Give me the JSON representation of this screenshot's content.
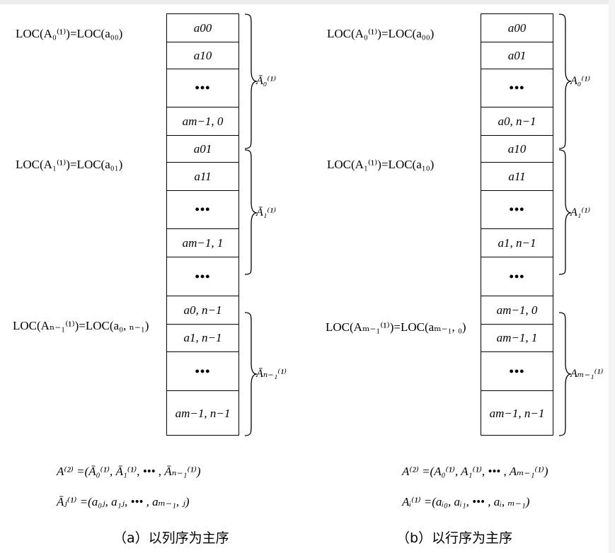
{
  "left": {
    "cells": [
      "a00",
      "a10",
      "•••",
      "am−1, 0",
      "a01",
      "a11",
      "•••",
      "am−1, 1",
      "•••",
      "a0, n−1",
      "a1, n−1",
      "•••",
      "am−1, n−1"
    ],
    "locs": [
      "LOC(A₀⁽¹⁾)=LOC(a₀₀)",
      "LOC(A₁⁽¹⁾)=LOC(a₀₁)",
      "LOC(Aₙ₋₁⁽¹⁾)=LOC(a₀, ₙ₋₁)"
    ],
    "brace_labels": [
      "Ā₀⁽¹⁾",
      "Ā₁⁽¹⁾",
      "Āₙ₋₁⁽¹⁾"
    ],
    "formula1": "A⁽²⁾ =(Ā₀⁽¹⁾,  Ā₁⁽¹⁾, •••  ,  Āₙ₋₁⁽¹⁾)",
    "formula2": "Āⱼ⁽¹⁾ =(a₀ⱼ,  a₁ⱼ, •••  ,  aₘ₋₁, ⱼ)",
    "caption": "（a）以列序为主序"
  },
  "right": {
    "cells": [
      "a00",
      "a01",
      "•••",
      "a0, n−1",
      "a10",
      "a11",
      "•••",
      "a1, n−1",
      "•••",
      "am−1, 0",
      "am−1, 1",
      "•••",
      "am−1, n−1"
    ],
    "locs": [
      "LOC(A₀⁽¹⁾)=LOC(a₀₀)",
      "LOC(A₁⁽¹⁾)=LOC(a₁₀)",
      "LOC(Aₘ₋₁⁽¹⁾)=LOC(aₘ₋₁, ₀)"
    ],
    "brace_labels": [
      "A₀⁽¹⁾",
      "A₁⁽¹⁾",
      "Aₘ₋₁⁽¹⁾"
    ],
    "formula1": "A⁽²⁾ =(A₀⁽¹⁾,  A₁⁽¹⁾, •••  ,  Aₘ₋₁⁽¹⁾)",
    "formula2": "Aᵢ⁽¹⁾ =(aᵢ₀,  aᵢ₁, •••  ,  aᵢ, ₘ₋₁)",
    "caption": "（b）以行序为主序"
  }
}
